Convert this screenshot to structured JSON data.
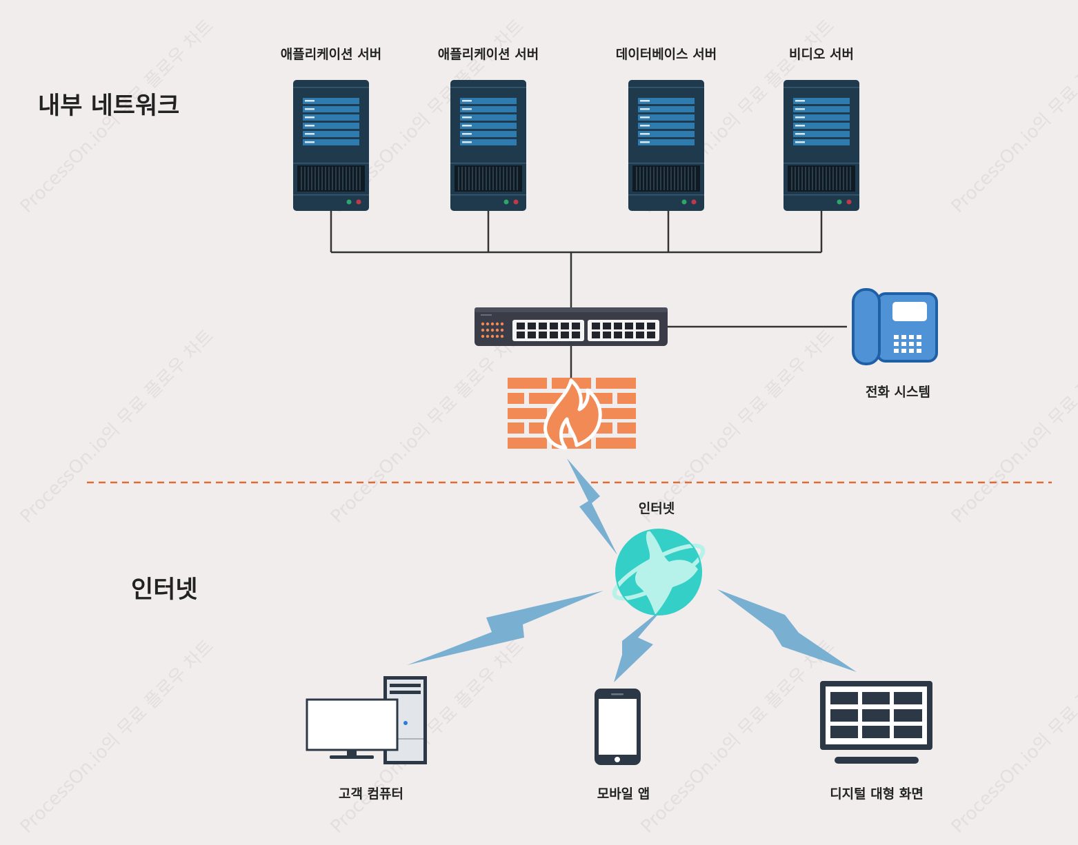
{
  "zones": {
    "internal": "내부 네트워크",
    "internet": "인터넷"
  },
  "servers": [
    {
      "label": "애플리케이션 서버"
    },
    {
      "label": "애플리케이션 서버"
    },
    {
      "label": "데이터베이스 서버"
    },
    {
      "label": "비디오 서버"
    }
  ],
  "phone": {
    "label": "전화 시스템"
  },
  "cloud": {
    "label": "인터넷"
  },
  "clients": {
    "computer": "고객 컴퓨터",
    "mobile": "모바일 앱",
    "screen": "디지털 대형 화면"
  },
  "watermark": "ProcessOn.io의 무료 플로우 차트",
  "colors": {
    "background": "#f1eded",
    "server_body": "#1f3a4d",
    "firewall": "#f28a55",
    "link": "#333333",
    "dashed": "#e06a35",
    "lightning": "#79b0d2",
    "globe": "#34cfc7",
    "phone": "#4f93d6"
  },
  "icons": [
    "server-icon",
    "network-switch-icon",
    "firewall-icon",
    "phone-icon",
    "globe-icon",
    "desktop-computer-icon",
    "smartphone-icon",
    "display-wall-icon",
    "lightning-icon"
  ]
}
